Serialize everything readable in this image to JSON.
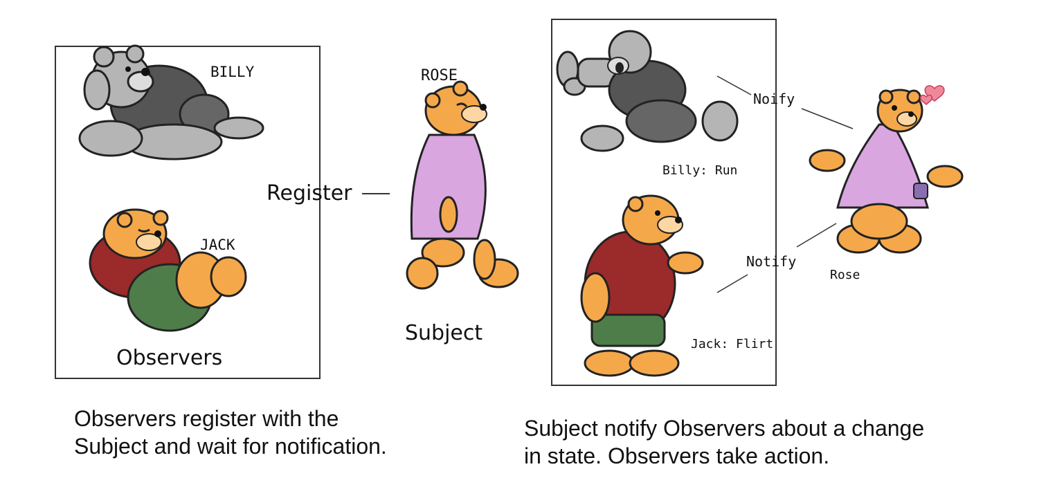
{
  "left_panel": {
    "billy_label": "BILLY",
    "jack_label": "JACK",
    "observers_label": "Observers"
  },
  "center": {
    "rose_label": "ROSE",
    "register_label": "Register",
    "subject_label": "Subject"
  },
  "right_panel": {
    "billy_action": "Billy: Run",
    "jack_action": "Jack: Flirt",
    "notify_top_label": "Noify",
    "notify_bottom_label": "Notify",
    "rose_label": "Rose"
  },
  "captions": {
    "left_line1": "Observers register with the",
    "left_line2": "Subject and wait for notification.",
    "right_line1": "Subject notify Observers about a change",
    "right_line2": "in state. Observers take action."
  },
  "colors": {
    "rose_dress": "#d9a6e0",
    "bear_fur": "#f5a84a",
    "jack_shirt": "#9b2a2a",
    "jack_shorts": "#4e7d4a",
    "billy_fur": "#b5b5b5",
    "billy_shirt": "#555555",
    "heart": "#f0889a"
  },
  "icons": [
    "billy-bear-icon",
    "jack-bear-icon",
    "rose-bear-icon",
    "billy-running-icon",
    "jack-flirting-icon",
    "rose-waving-icon",
    "heart-icon"
  ]
}
